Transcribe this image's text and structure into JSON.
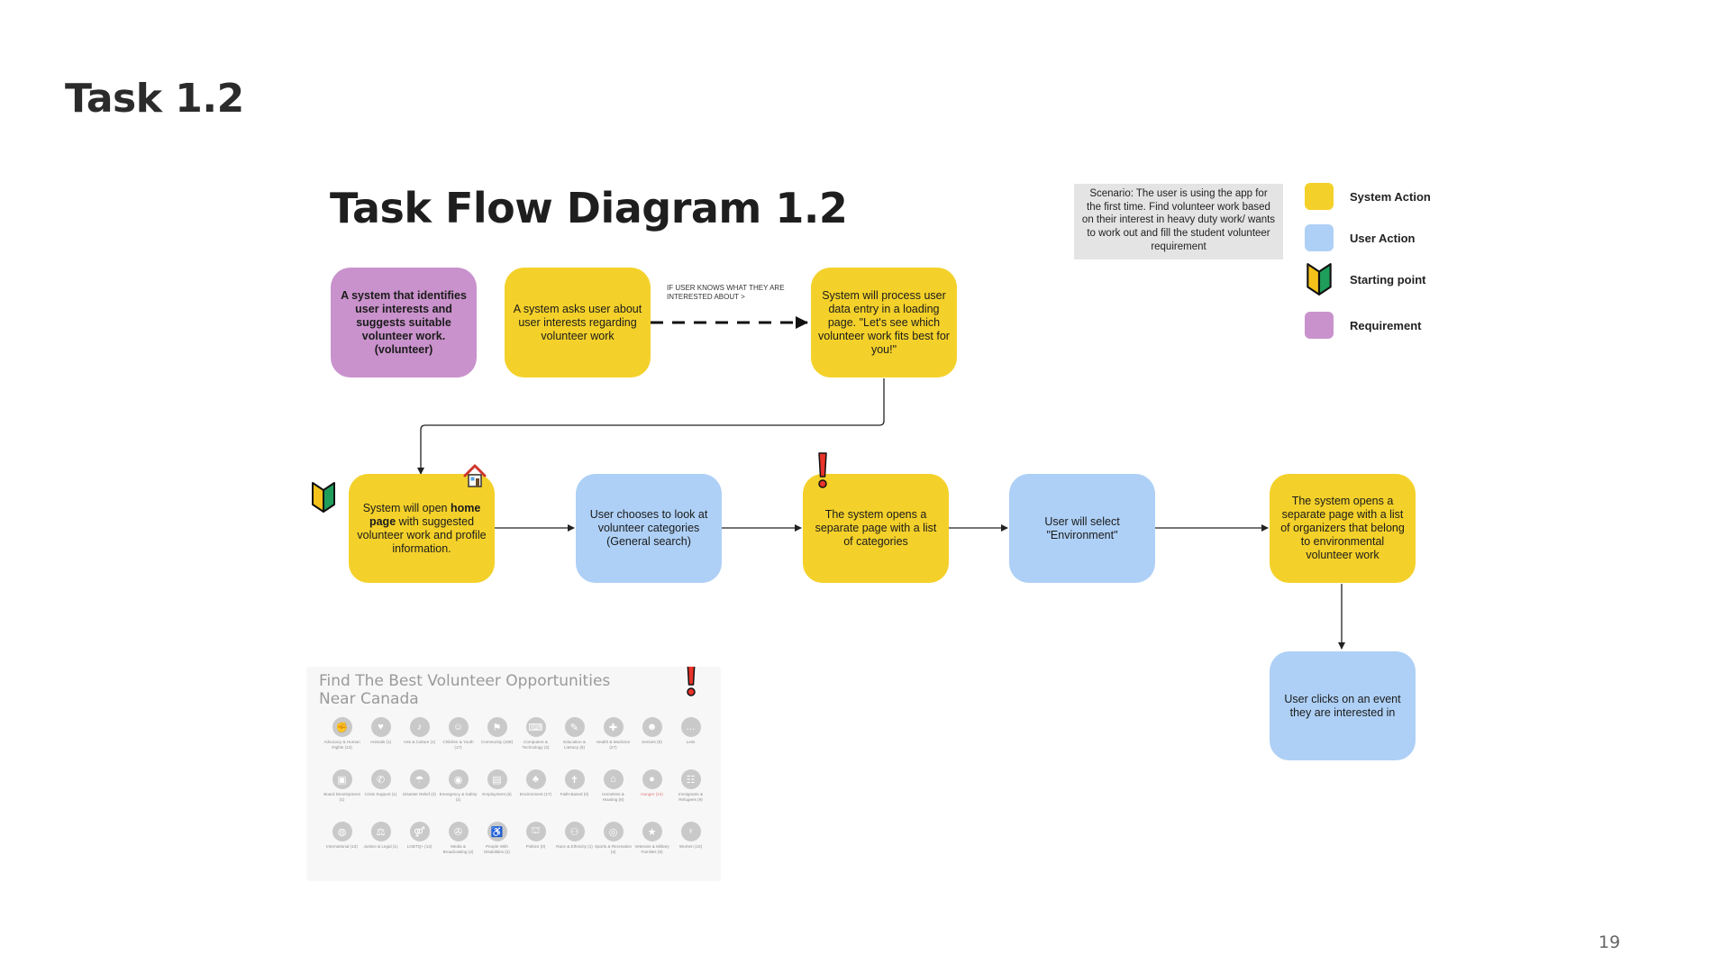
{
  "slide_title": "Task 1.2",
  "diagram_title": "Task Flow Diagram 1.2",
  "nodes": {
    "requirement": "A system that identifies user interests and suggests suitable volunteer work. (volunteer)",
    "ask_interests": "A system asks user about user interests regarding volunteer work",
    "process_data": "System will process user data entry in a loading page. \"Let's see which volunteer work fits best for you!\"",
    "home_page_pre": "System will open ",
    "home_page_bold": "home page",
    "home_page_post": " with suggested volunteer work and profile information.",
    "choose_categories": "User chooses to look at volunteer categories (General search)",
    "categories_page": "The system opens a separate page with a list of categories",
    "select_environment": "User will select \"Environment\"",
    "organizers_page": "The system opens a separate page with a list of organizers that belong to environmental volunteer work",
    "click_event": "User clicks on an event they are interested in"
  },
  "edge_note": "IF USER KNOWS WHAT THEY ARE INTERESTED ABOUT >",
  "scenario": "Scenario: The user is using the app for the first time. Find volunteer work based on their interest in heavy duty work/ wants to work out and fill the student volunteer requirement",
  "legend": [
    {
      "label": "System Action",
      "color": "#f4d12a"
    },
    {
      "label": "User Action",
      "color": "#aed0f6"
    },
    {
      "label": "Starting point",
      "icon": "beginner-mark-icon"
    },
    {
      "label": "Requirement",
      "color": "#c992cc"
    }
  ],
  "colors": {
    "system_action": "#f4d12a",
    "user_action": "#aed0f6",
    "requirement": "#c992cc",
    "alert": "#e8332a"
  },
  "screenshot": {
    "title_line1": "Find The Best Volunteer Opportunities",
    "title_line2": "Near Canada",
    "categories": [
      {
        "label": "Advocacy & Human Rights (13)",
        "icon": "✊"
      },
      {
        "label": "Animals (1)",
        "icon": "♥"
      },
      {
        "label": "Arts & Culture (1)",
        "icon": "♪"
      },
      {
        "label": "Children & Youth (17)",
        "icon": "☺"
      },
      {
        "label": "Community (108)",
        "icon": "⚑"
      },
      {
        "label": "Computers & Technology (2)",
        "icon": "⌨"
      },
      {
        "label": "Education & Literacy (6)",
        "icon": "✎"
      },
      {
        "label": "Health & Medicine (27)",
        "icon": "✚"
      },
      {
        "label": "Seniors (8)",
        "icon": "☻"
      },
      {
        "label": "Less",
        "icon": "…"
      },
      {
        "label": "Board Development (1)",
        "icon": "▣"
      },
      {
        "label": "Crisis Support (1)",
        "icon": "✆"
      },
      {
        "label": "Disaster Relief (3)",
        "icon": "☂"
      },
      {
        "label": "Emergency & Safety (1)",
        "icon": "◉"
      },
      {
        "label": "Employment (6)",
        "icon": "▤"
      },
      {
        "label": "Environment (17)",
        "icon": "♣"
      },
      {
        "label": "Faith-Based (0)",
        "icon": "✝"
      },
      {
        "label": "Homeless & Housing (8)",
        "icon": "⌂"
      },
      {
        "label": "Hunger (24)",
        "icon": "●",
        "highlight": true
      },
      {
        "label": "Immigrants & Refugees (9)",
        "icon": "☷"
      },
      {
        "label": "International (13)",
        "icon": "◍"
      },
      {
        "label": "Justice & Legal (1)",
        "icon": "⚖"
      },
      {
        "label": "LGBTQ+ (14)",
        "icon": "⚤"
      },
      {
        "label": "Media & Broadcasting (3)",
        "icon": "✇"
      },
      {
        "label": "People With Disabilities (2)",
        "icon": "♿"
      },
      {
        "label": "Politics (0)",
        "icon": "⛫"
      },
      {
        "label": "Race & Ethnicity (1)",
        "icon": "⚇"
      },
      {
        "label": "Sports & Recreation (4)",
        "icon": "◎"
      },
      {
        "label": "Veterans & Military Families (9)",
        "icon": "★"
      },
      {
        "label": "Women (10)",
        "icon": "♀"
      }
    ]
  },
  "page_number": "19"
}
